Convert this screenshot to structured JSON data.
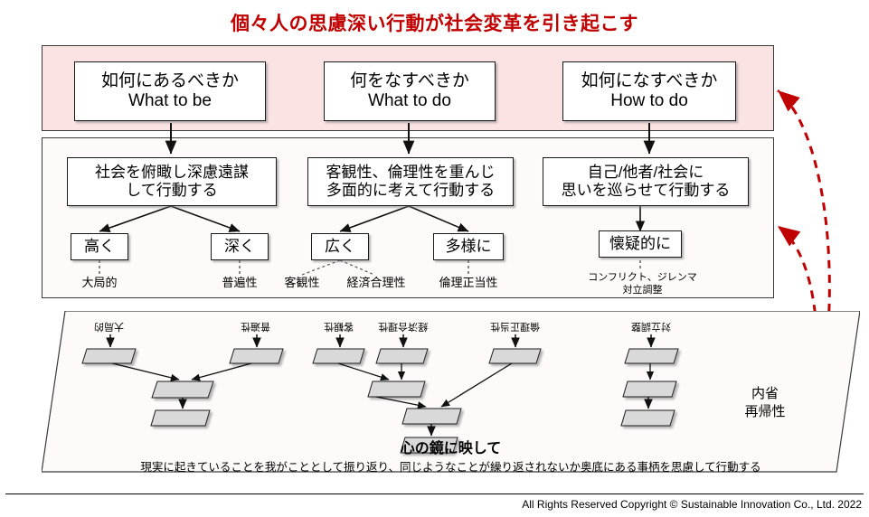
{
  "title": "個々人の思慮深い行動が社会変革を引き起こす",
  "colors": {
    "title_red": "#C00000",
    "band_pink": "#FBE3E4",
    "band_white": "#FEFAFA",
    "node_gray": "#D9D9D9",
    "arrow_red": "#C00000"
  },
  "row1": {
    "boxes": [
      {
        "id": "what-to-be",
        "jp": "如何にあるべきか",
        "en": "What to be"
      },
      {
        "id": "what-to-do",
        "jp": "何をなすべきか",
        "en": "What to do"
      },
      {
        "id": "how-to-do",
        "jp": "如何になすべきか",
        "en": "How to do"
      }
    ]
  },
  "row2": {
    "boxes": [
      {
        "id": "society-overview",
        "line1": "社会を俯瞰し深慮遠謀",
        "line2": "して行動する"
      },
      {
        "id": "objectivity-ethics",
        "line1": "客観性、倫理性を重んじ",
        "line2": "多面的に考えて行動する"
      },
      {
        "id": "self-other-society",
        "line1": "自己/他者/社会に",
        "line2": "思いを巡らせて行動する"
      }
    ]
  },
  "row3": {
    "boxes": [
      {
        "id": "takaku",
        "label": "高く",
        "caption": "大局的"
      },
      {
        "id": "fukaku",
        "label": "深く",
        "caption": "普遍性"
      },
      {
        "id": "hiroku",
        "label": "広く",
        "caption": ""
      },
      {
        "id": "tayouni",
        "label": "多様に",
        "caption": "倫理正当性"
      },
      {
        "id": "kaigiteki",
        "label": "懐疑的に",
        "caption": "コンフリクト、ジレンマ\n対立調整"
      }
    ],
    "hiroku_captions": [
      "客観性",
      "経済合理性"
    ]
  },
  "panel": {
    "heading": "心の鏡に映して",
    "subtext": "現実に起きていることを我がこととして振り返り、同じようなことが繰り返されないか奥底にある事柄を思慮して行動する",
    "right_label": "内省\n再帰性",
    "mirror_labels": [
      {
        "id": "mirror-taikyokuteki",
        "text": "大局的"
      },
      {
        "id": "mirror-fuhensei",
        "text": "普遍性"
      },
      {
        "id": "mirror-kyakkansei",
        "text": "客観性"
      },
      {
        "id": "mirror-keizaigorisei",
        "text": "経済合理性"
      },
      {
        "id": "mirror-rinriseitousei",
        "text": "倫理正当性"
      },
      {
        "id": "mirror-tairitsuchousei",
        "text": "対立調整"
      }
    ]
  },
  "footer": {
    "copyright": "All Rights Reserved Copyright © Sustainable Innovation Co., Ltd.  2022"
  }
}
